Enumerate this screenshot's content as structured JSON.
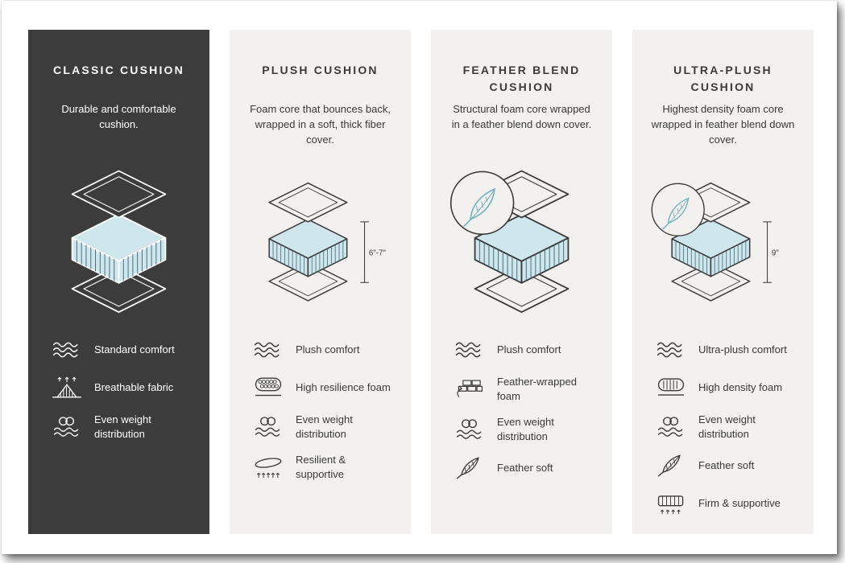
{
  "colors": {
    "dark-card": "#3c3c3c",
    "light-card": "#f2f1ef",
    "ink": "#3a3a3a",
    "foam": "#cfe6ed",
    "hatch": "#47707e",
    "feather": "#72b2be"
  },
  "cards": [
    {
      "id": "classic",
      "theme": "dark",
      "title": "CLASSIC CUSHION",
      "description": "Durable and comfortable cushion.",
      "has_feather_badge": false,
      "measurement": null,
      "features": [
        {
          "icon": "waves-icon",
          "label": "Standard comfort"
        },
        {
          "icon": "breathable-fabric-icon",
          "label": "Breathable fabric"
        },
        {
          "icon": "even-weight-distribution-icon",
          "label": "Even weight distribution"
        }
      ]
    },
    {
      "id": "plush",
      "theme": "light",
      "title": "PLUSH CUSHION",
      "description": "Foam core that bounces back, wrapped in a soft, thick fiber cover.",
      "has_feather_badge": false,
      "measurement": "6\"-7\"",
      "features": [
        {
          "icon": "waves-icon",
          "label": "Plush comfort"
        },
        {
          "icon": "high-resilience-foam-icon",
          "label": "High resilience foam"
        },
        {
          "icon": "even-weight-distribution-icon",
          "label": "Even weight distribution"
        },
        {
          "icon": "resilient-supportive-icon",
          "label": "Resilient & supportive"
        }
      ]
    },
    {
      "id": "feather-blend",
      "theme": "light",
      "title": "FEATHER BLEND CUSHION",
      "description": "Structural foam core wrapped in a feather blend down cover.",
      "has_feather_badge": true,
      "measurement": null,
      "features": [
        {
          "icon": "waves-icon",
          "label": "Plush comfort"
        },
        {
          "icon": "feather-wrapped-foam-icon",
          "label": "Feather-wrapped foam"
        },
        {
          "icon": "even-weight-distribution-icon",
          "label": "Even weight distribution"
        },
        {
          "icon": "feather-soft-icon",
          "label": "Feather soft"
        }
      ]
    },
    {
      "id": "ultra-plush",
      "theme": "light",
      "title": "ULTRA-PLUSH CUSHION",
      "description": "Highest density foam core wrapped in feather blend down cover.",
      "has_feather_badge": true,
      "measurement": "9\"",
      "features": [
        {
          "icon": "waves-icon",
          "label": "Ultra-plush comfort"
        },
        {
          "icon": "high-density-foam-icon",
          "label": "High density foam"
        },
        {
          "icon": "even-weight-distribution-icon",
          "label": "Even weight distribution"
        },
        {
          "icon": "feather-soft-icon",
          "label": "Feather soft"
        },
        {
          "icon": "firm-supportive-icon",
          "label": "Firm & supportive"
        }
      ]
    }
  ]
}
